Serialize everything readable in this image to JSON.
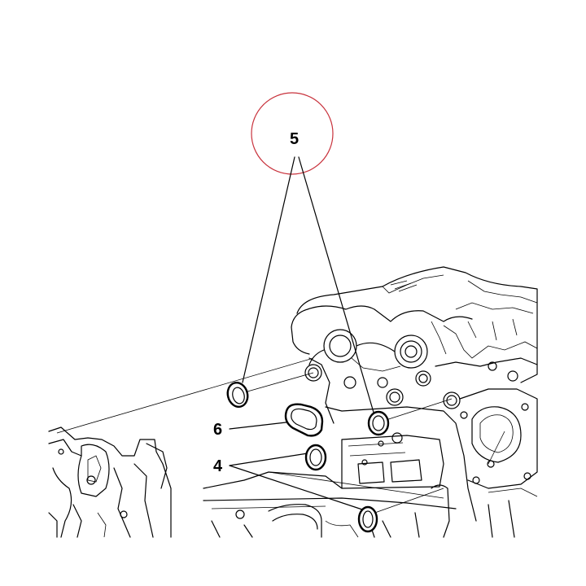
{
  "callouts": {
    "c5": "5",
    "c6": "6",
    "c4": "4"
  },
  "colors": {
    "highlight_circle": "#c8323c",
    "line_art": "#000000",
    "background": "#ffffff"
  }
}
